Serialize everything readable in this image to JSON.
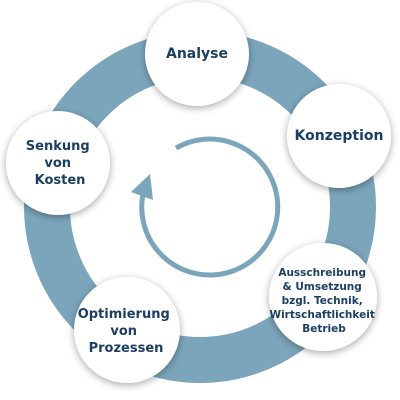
{
  "diagram": {
    "colors": {
      "ring": "#7ba5bb",
      "arrow": "#7ba5bb",
      "circle_fill": "#ffffff",
      "text": "#1b3f63"
    },
    "steps": [
      {
        "lines": [
          "Analyse"
        ]
      },
      {
        "lines": [
          "Konzeption"
        ]
      },
      {
        "lines": [
          "Ausschreibung",
          "& Umsetzung",
          "bzgl. Technik,",
          "Wirtschaftlichkeit",
          "Betrieb"
        ]
      },
      {
        "lines": [
          "Optimierung",
          "von",
          "Prozessen"
        ]
      },
      {
        "lines": [
          "Senkung",
          "von",
          "Kosten"
        ]
      }
    ],
    "center_icon": "cycle-arrow-icon"
  }
}
